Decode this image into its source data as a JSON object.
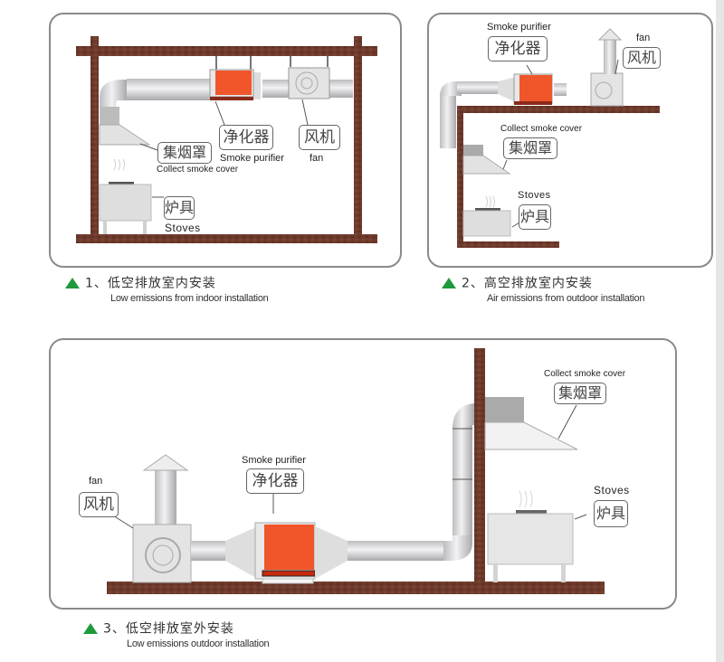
{
  "diagrams": [
    {
      "caption_zh": "1、低空排放室内安装",
      "caption_en": "Low emissions from indoor installation",
      "labels": {
        "purifier_zh": "净化器",
        "purifier_en": "Smoke purifier",
        "fan_zh": "风机",
        "fan_en": "fan",
        "hood_zh": "集烟罩",
        "hood_en": "Collect smoke cover",
        "stove_zh": "炉具",
        "stove_en": "Stoves"
      }
    },
    {
      "caption_zh": "2、高空排放室内安装",
      "caption_en": "Air emissions from outdoor installation",
      "labels": {
        "purifier_zh": "净化器",
        "purifier_en": "Smoke purifier",
        "fan_zh": "风机",
        "fan_en": "fan",
        "hood_zh": "集烟罩",
        "hood_en": "Collect smoke cover",
        "stove_zh": "炉具",
        "stove_en": "Stoves"
      }
    },
    {
      "caption_zh": "3、低空排放室外安装",
      "caption_en": "Low emissions outdoor installation",
      "labels": {
        "purifier_zh": "净化器",
        "purifier_en": "Smoke purifier",
        "fan_zh": "风机",
        "fan_en": "fan",
        "hood_zh": "集烟罩",
        "hood_en": "Collect smoke cover",
        "stove_zh": "炉具",
        "stove_en": "Stoves"
      }
    }
  ],
  "colors": {
    "brick": "#6e3a2c",
    "purifier_body": "#f0562a",
    "duct": "#d4d4d6",
    "caption_triangle": "#1e9a3c"
  }
}
